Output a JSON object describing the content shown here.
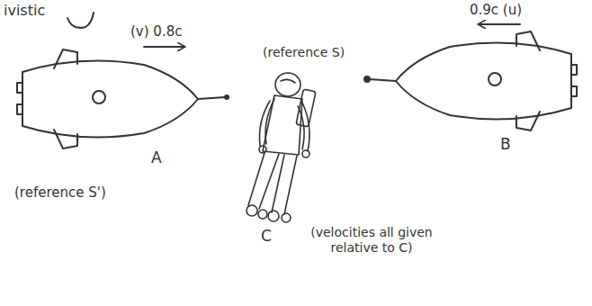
{
  "diagram": {
    "labels": [
      "ivistic",
      "(v) 0.8c",
      "(reference S)",
      "0.9c (u)",
      "A",
      "(reference S')",
      "B",
      "C",
      "(velocities all given relative to C)"
    ]
  }
}
